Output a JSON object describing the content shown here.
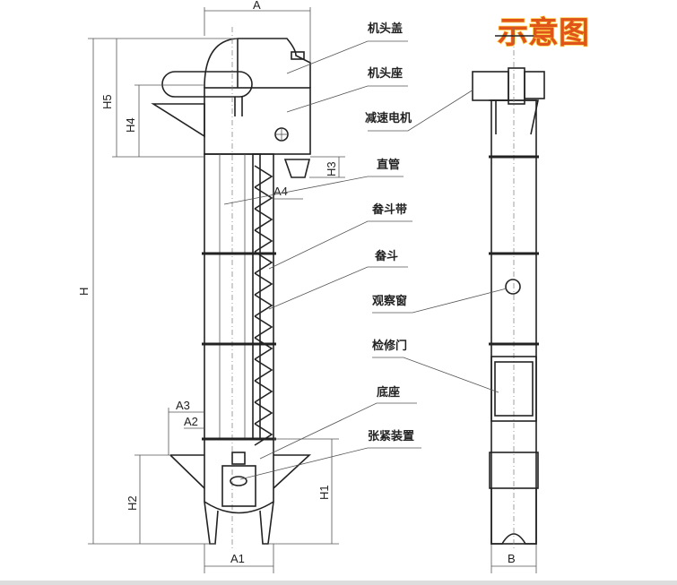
{
  "title": "示意图",
  "colors": {
    "title": "#e0541a",
    "title_glow": "#ffd24a",
    "line": "#222222"
  },
  "labels": [
    "机头盖",
    "机头座",
    "减速电机",
    "直管",
    "畚斗带",
    "畚斗",
    "观察窗",
    "检修门",
    "底座",
    "张紧装置"
  ],
  "dimensions": {
    "A": "A",
    "H5": "H5",
    "H4": "H4",
    "H3": "H3",
    "A4": "A4",
    "H": "H",
    "A3": "A3",
    "A2": "A2",
    "H2": "H2",
    "H1": "H1",
    "A1": "A1",
    "B": "B"
  }
}
